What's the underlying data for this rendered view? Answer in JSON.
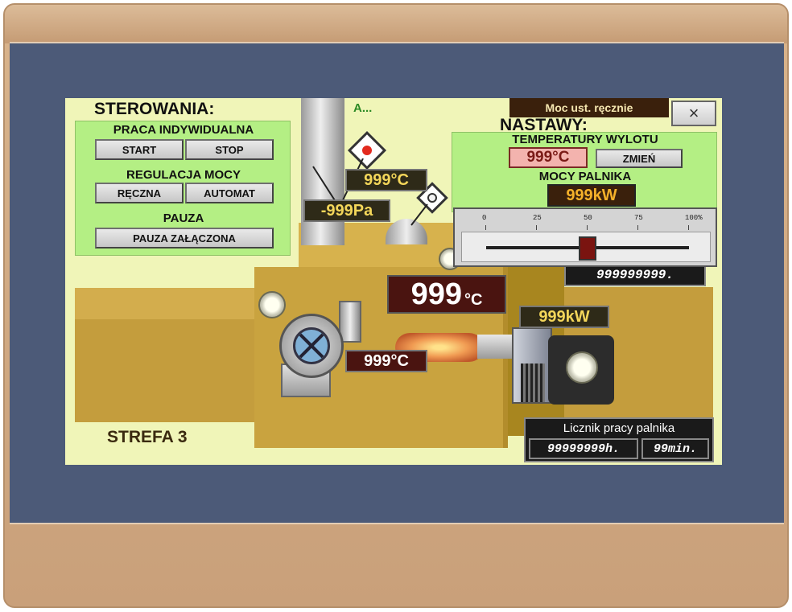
{
  "header": {
    "status_text": "A...",
    "mode_badge": "Moc ust. ręcznie",
    "close_glyph": "×"
  },
  "sterowania": {
    "title": "STEROWANIA:",
    "praca_title": "PRACA INDYWIDUALNA",
    "start_label": "START",
    "stop_label": "STOP",
    "regulacja_title": "REGULACJA MOCY",
    "reczna_label": "RĘCZNA",
    "automat_label": "AUTOMAT",
    "pauza_title": "PAUZA",
    "pauza_button_label": "PAUZA ZAŁĄCZONA"
  },
  "nastawy": {
    "title": "NASTAWY:",
    "temp_title": "TEMPERATURY WYLOTU",
    "temp_value": "999°C",
    "change_label": "ZMIEŃ",
    "power_title": "MOCY PALNIKA",
    "power_value": "999kW",
    "slider": {
      "ticks": [
        "0",
        "25",
        "50",
        "75",
        "100%"
      ],
      "value_percent": 50
    }
  },
  "readouts": {
    "flue_temp": "999°C",
    "pressure": "-999Pa",
    "boiler_temp_value": "999",
    "boiler_temp_unit": "°C",
    "burner_power": "999kW",
    "air_temp": "999°C",
    "energy_counter": "999999999."
  },
  "zone_label": "STREFA 3",
  "licznik": {
    "title": "Licznik pracy palnika",
    "hours": "99999999h.",
    "minutes": "99min."
  },
  "colors": {
    "screen_bg": "#f0f5b8",
    "panel_bg": "#b4ef84",
    "readout_text": "#f3d65a",
    "alarm_red": "#e32a1e",
    "bezel": "#4c5a78"
  },
  "icons": {
    "fan": "fan-icon",
    "flame": "flame-icon",
    "gauge_sensor": "sensor-icon",
    "close": "close-icon"
  }
}
